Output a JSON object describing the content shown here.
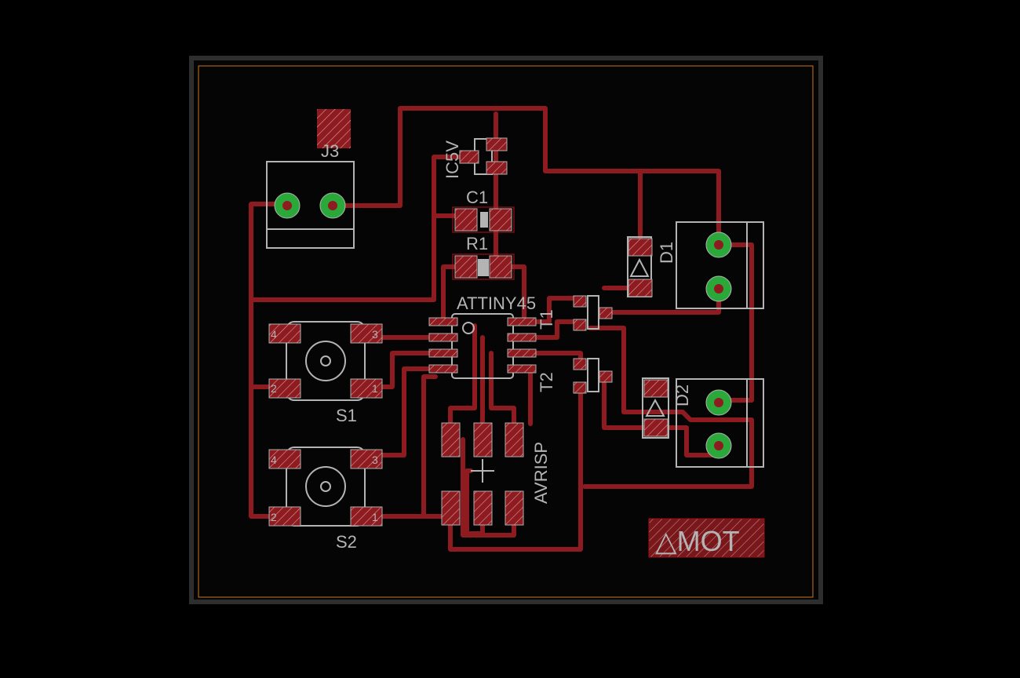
{
  "board": {
    "colors": {
      "background": "#000000",
      "frame": "#2e2e2e",
      "outline": "#c8781c",
      "copper": "#8e1b20",
      "silk": "#b4b4b4",
      "via": "#2aa83a"
    },
    "components": {
      "j3": "J3",
      "ic5v": "IC5V",
      "c1": "C1",
      "r1": "R1",
      "attiny": "ATTINY45",
      "t1": "T1",
      "t2": "T2",
      "d1": "D1",
      "d2": "D2",
      "s1": "S1",
      "s2": "S2",
      "avrisp": "AVRISP",
      "mot": "△MOT"
    },
    "switch_pins": [
      "4",
      "3",
      "2",
      "1"
    ]
  }
}
